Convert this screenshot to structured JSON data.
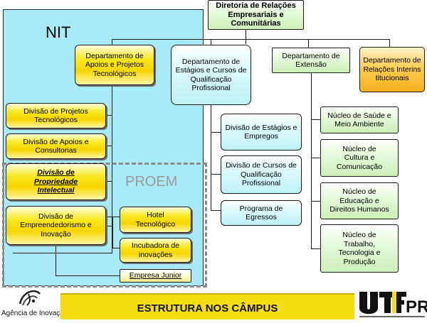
{
  "nit": {
    "title": "NIT"
  },
  "proem": {
    "title": "PROEM"
  },
  "top": {
    "label": "Diretoria de Relações Empresariais e Comunitárias"
  },
  "departments": [
    {
      "id": "apoios",
      "label": "Departamento de Apoios e Projetos Tecnológicos"
    },
    {
      "id": "estagios",
      "label": "Departamento de Estágios e Cursos de Qualificação Profissional"
    },
    {
      "id": "extensao",
      "label": "Departamento de Extensão"
    },
    {
      "id": "interinst",
      "label": "Departamento de Relações Interinstitucionais"
    }
  ],
  "apoios_children": [
    "Divisão de Projetos Tecnológicos",
    "Divisão de Apoios e Consultorias",
    "Divisão de Propriedade Intelectual",
    "Divisão de Empreendedorismo e Inovação"
  ],
  "empreend_children": [
    "Hotel Tecnológico",
    "Incubadora de inovações",
    "Empresa Junior"
  ],
  "estagios_children": [
    "Divisão de Estágios e Empregos",
    "Divisão de Cursos de Qualificação Profissional",
    "Programa de Egressos"
  ],
  "extensao_children": [
    "Núcleo de Saúde e Meio Ambiente",
    "Núcleo de Cultura e Comunicação",
    "Núcleo de Educação e Direitos Humanos",
    "Núcleo de Trabalho, Tecnologia e Produção"
  ],
  "footer": {
    "title": "ESTRUTURA NOS CÂMPUS",
    "agency": "Agência de Inovação",
    "utfpr_logo": "UTFPR"
  },
  "colors": {
    "nit_panel": "#a8eaf8",
    "footer_bar": "#f5de0f",
    "proem_text": "#9a9a9a"
  }
}
